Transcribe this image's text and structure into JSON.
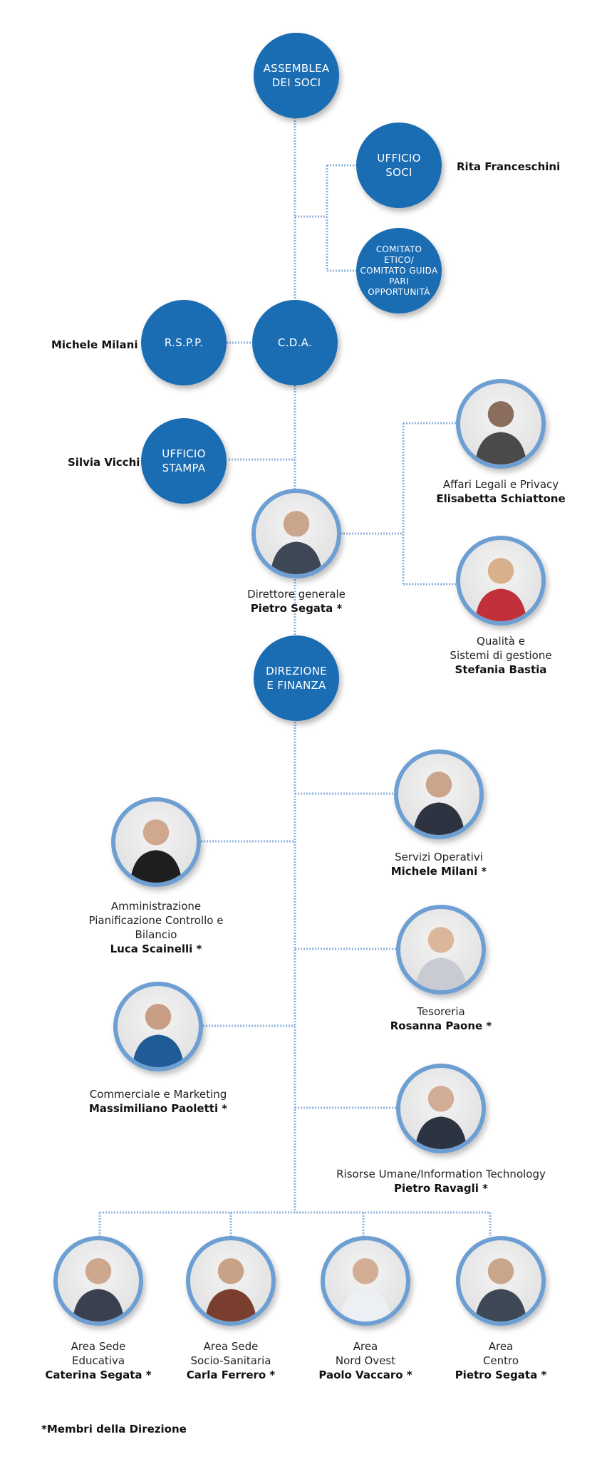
{
  "blue_nodes": {
    "assemblea": "ASSEMBLEA\nDEI SOCI",
    "ufficio_soci": "UFFICIO\nSOCI",
    "comitato": "COMITATO\nETICO/\nCOMITATO GUIDA\nPARI\nOPPORTUNITÀ",
    "rspp": "R.S.P.P.",
    "cda": "C.D.A.",
    "ufficio_stampa": "UFFICIO\nSTAMPA",
    "direzione_finanza": "DIREZIONE\nE FINANZA"
  },
  "side_names": {
    "ufficio_soci": "Rita Franceschini",
    "rspp": "Michele Milani",
    "ufficio_stampa": "Silvia Vicchi"
  },
  "people": {
    "affari_legali": {
      "role": "Affari Legali e Privacy",
      "name": "Elisabetta Schiattone"
    },
    "direttore": {
      "role": "Direttore generale",
      "name": "Pietro Segata *"
    },
    "qualita": {
      "role": "Qualità e\nSistemi di gestione",
      "name": "Stefania Bastia"
    },
    "servizi_operativi": {
      "role": "Servizi Operativi",
      "name": "Michele Milani *"
    },
    "amministrazione": {
      "role": "Amministrazione\nPianificazione Controllo e\nBilancio",
      "name": "Luca Scainelli *"
    },
    "tesoreria": {
      "role": "Tesoreria",
      "name": "Rosanna Paone *"
    },
    "commerciale": {
      "role": "Commerciale e Marketing",
      "name": "Massimiliano Paoletti *"
    },
    "risorse_umane": {
      "role": "Risorse Umane/Information Technology",
      "name": "Pietro Ravagli *"
    },
    "area_educativa": {
      "role": "Area Sede\nEducativa",
      "name": "Caterina Segata *"
    },
    "area_socio": {
      "role": "Area Sede\nSocio-Sanitaria",
      "name": "Carla Ferrero *"
    },
    "area_nord_ovest": {
      "role": "Area\nNord Ovest",
      "name": "Paolo Vaccaro *"
    },
    "area_centro": {
      "role": "Area\nCentro",
      "name": "Pietro Segata *"
    }
  },
  "footnote": "*Membri della Direzione",
  "colors": {
    "node_blue": "#1a6cb3",
    "ring_blue": "#6e9fd3",
    "connector": "#8fb3de"
  }
}
